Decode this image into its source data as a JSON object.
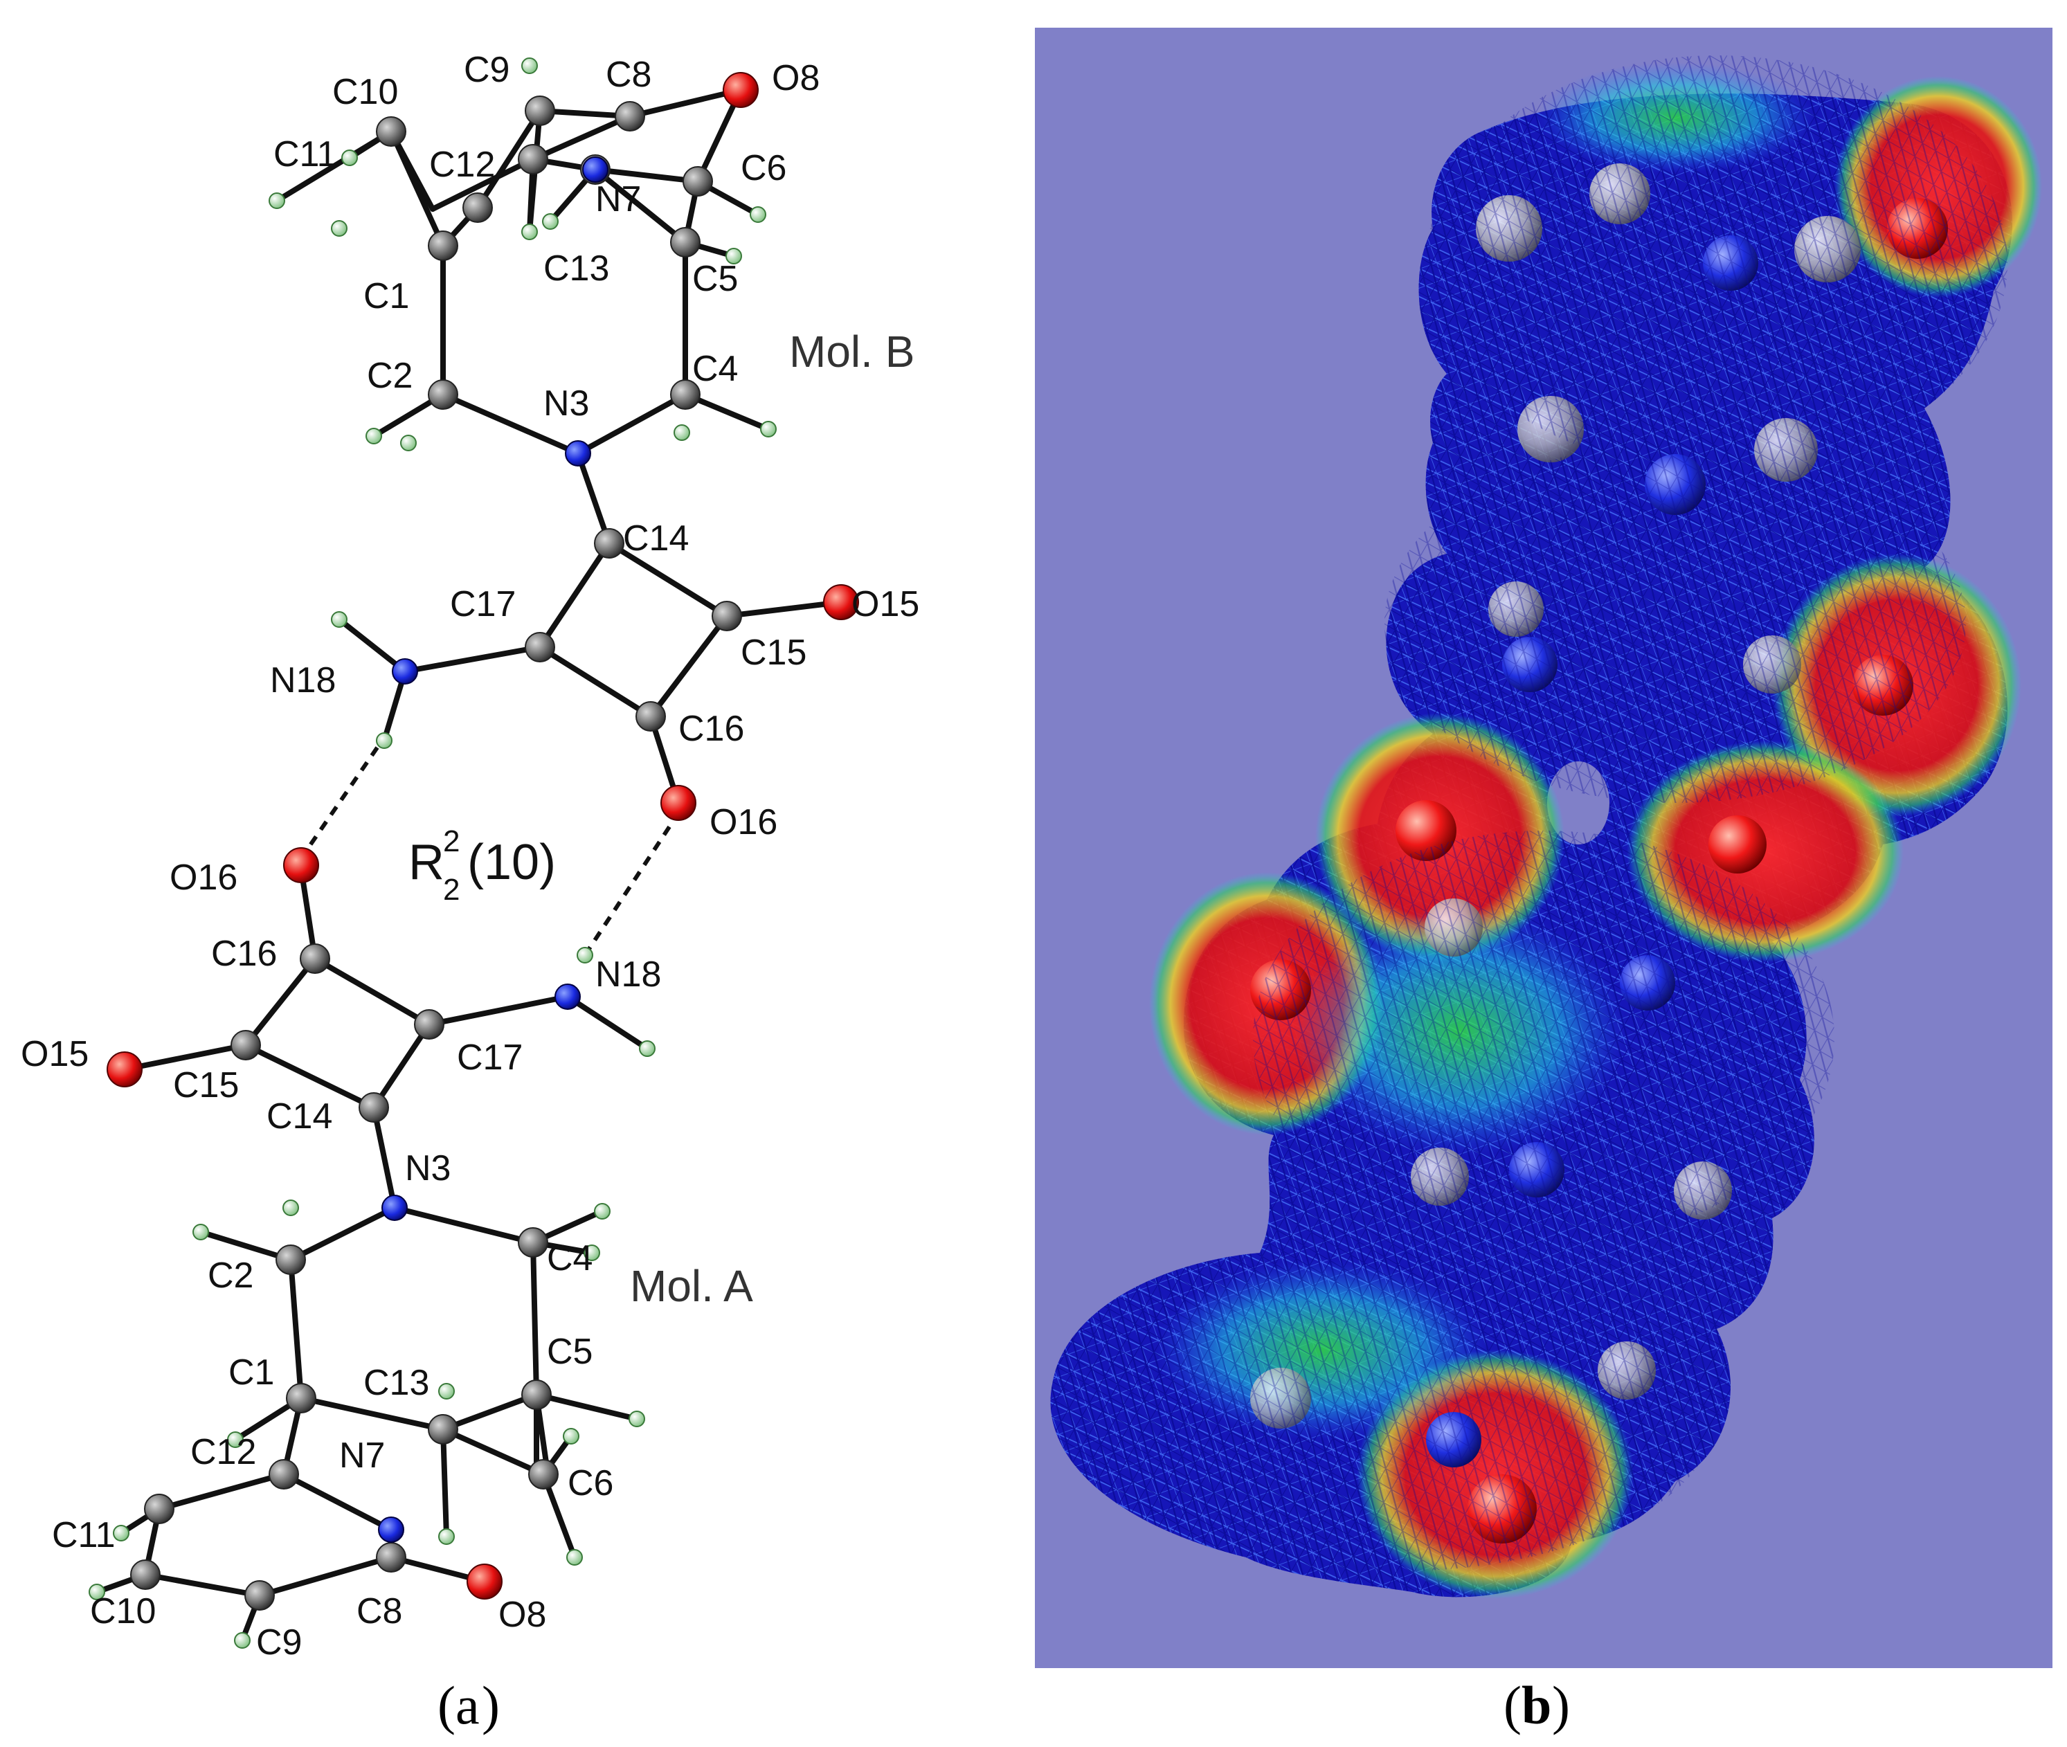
{
  "panel_a": {
    "caption": "a",
    "molecule_b_label": "Mol. B",
    "molecule_a_label": "Mol. A",
    "ring_motif": {
      "base": "R",
      "superscript": "2",
      "subscript": "2",
      "suffix": "(10)"
    },
    "atoms_b": {
      "C1": "C1",
      "C2": "C2",
      "N3": "N3",
      "C4": "C4",
      "C5": "C5",
      "C6": "C6",
      "N7": "N7",
      "C8": "C8",
      "O8": "O8",
      "C9": "C9",
      "C10": "C10",
      "C11": "C11",
      "C12": "C12",
      "C13": "C13",
      "C14": "C14",
      "C15": "C15",
      "O15": "O15",
      "C16": "C16",
      "O16": "O16",
      "C17": "C17",
      "N18": "N18"
    },
    "atoms_a": {
      "C1": "C1",
      "C2": "C2",
      "N3": "N3",
      "C4": "C4",
      "C5": "C5",
      "C6": "C6",
      "N7": "N7",
      "C8": "C8",
      "O8": "O8",
      "C9": "C9",
      "C10": "C10",
      "C11": "C11",
      "C12": "C12",
      "C13": "C13",
      "C14": "C14",
      "C15": "C15",
      "O15": "O15",
      "C16": "C16",
      "O16": "O16",
      "C17": "C17",
      "N18": "N18"
    }
  },
  "panel_b": {
    "caption": "b",
    "background_color": "#8080c8",
    "surface_colors": [
      "#1a1acc",
      "#2a6cff",
      "#22c8e0",
      "#30d060",
      "#f0e020",
      "#e01818"
    ]
  },
  "colors": {
    "carbon": "#555555",
    "nitrogen": "#1010d0",
    "oxygen": "#e01010",
    "hydrogen": "#a8e0a0"
  }
}
